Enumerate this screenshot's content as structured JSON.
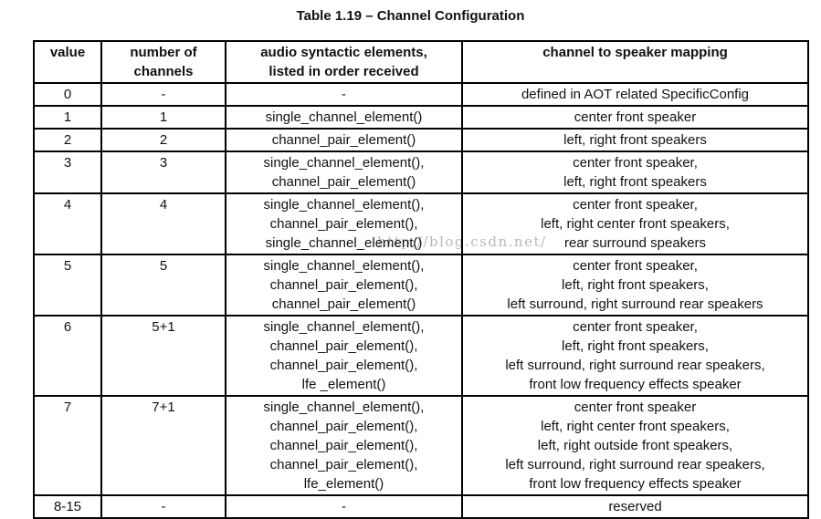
{
  "page": {
    "title": "Table 1.19 – Channel Configuration",
    "watermark": "http://blog.csdn.net/"
  },
  "table": {
    "headers": [
      [
        "value"
      ],
      [
        "number of",
        "channels"
      ],
      [
        "audio syntactic elements,",
        "listed in order received"
      ],
      [
        "channel to speaker mapping"
      ]
    ],
    "rows": [
      {
        "value": "0",
        "channels": "-",
        "elements": [
          "-"
        ],
        "mapping": [
          "defined in AOT related SpecificConfig"
        ]
      },
      {
        "value": "1",
        "channels": "1",
        "elements": [
          "single_channel_element()"
        ],
        "mapping": [
          "center front speaker"
        ]
      },
      {
        "value": "2",
        "channels": "2",
        "elements": [
          "channel_pair_element()"
        ],
        "mapping": [
          "left, right front speakers"
        ]
      },
      {
        "value": "3",
        "channels": "3",
        "elements": [
          "single_channel_element(),",
          "channel_pair_element()"
        ],
        "mapping": [
          "center front speaker,",
          "left, right front speakers"
        ]
      },
      {
        "value": "4",
        "channels": "4",
        "elements": [
          "single_channel_element(),",
          "channel_pair_element(),",
          "single_channel_element()"
        ],
        "mapping": [
          "center front speaker,",
          "left, right center front speakers,",
          "rear surround speakers"
        ]
      },
      {
        "value": "5",
        "channels": "5",
        "elements": [
          "single_channel_element(),",
          "channel_pair_element(),",
          "channel_pair_element()"
        ],
        "mapping": [
          "center front speaker,",
          "left, right front speakers,",
          "left surround, right surround rear speakers"
        ]
      },
      {
        "value": "6",
        "channels": "5+1",
        "elements": [
          "single_channel_element(),",
          "channel_pair_element(),",
          "channel_pair_element(),",
          "lfe _element()"
        ],
        "mapping": [
          "center front speaker,",
          "left, right front speakers,",
          "left surround, right surround rear speakers,",
          "front low frequency effects speaker"
        ]
      },
      {
        "value": "7",
        "channels": "7+1",
        "elements": [
          "single_channel_element(),",
          "channel_pair_element(),",
          "channel_pair_element(),",
          "channel_pair_element(),",
          "lfe_element()"
        ],
        "mapping": [
          "center front speaker",
          "left, right center front speakers,",
          "left, right outside front speakers,",
          "left surround, right surround rear speakers,",
          "front low frequency effects speaker"
        ]
      },
      {
        "value": "8-15",
        "channels": "-",
        "elements": [
          "-"
        ],
        "mapping": [
          "reserved"
        ]
      }
    ]
  }
}
